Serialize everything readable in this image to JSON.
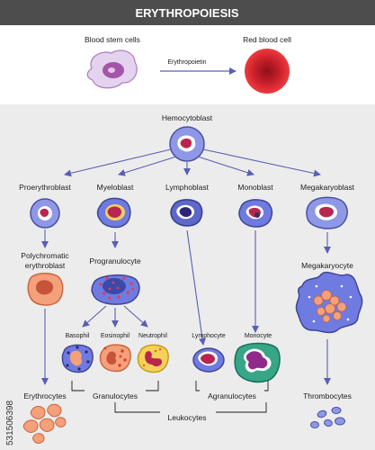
{
  "title": "ERYTHROPOIESIS",
  "top": {
    "stem": "Blood stem cells",
    "arrow_label": "Erythropoietin",
    "rbc": "Red blood cell"
  },
  "cells": {
    "hemocytoblast": "Hemocytoblast",
    "proerythroblast": "Proerythroblast",
    "myeloblast": "Myeloblast",
    "lymphoblast": "Lymphoblast",
    "monoblast": "Monoblast",
    "megakaryoblast": "Megakaryoblast",
    "polychromatic_1": "Polychromatic",
    "polychromatic_2": "erythroblast",
    "progranulocyte": "Progranulocyte",
    "megakaryocyte": "Megakaryocyte",
    "basophil": "Basophil",
    "eosinophil": "Eosinophil",
    "neutrophil": "Neutrophil",
    "lymphocyte": "Lymphocyte",
    "monocyte": "Monocyte"
  },
  "groups": {
    "erythrocytes": "Erythrocytes",
    "granulocytes": "Granulocytes",
    "agranulocytes": "Agranulocytes",
    "thrombocytes": "Thrombocytes",
    "leukocytes": "Leukocytes"
  },
  "watermark": "531506398",
  "colors": {
    "title_bar": "#4d4d4d",
    "panel": "#ececec",
    "arrow": "#5a5fb5",
    "blast_cell": "#8f98e6",
    "nucleus": "#b8264f",
    "rbc": "#d9232b",
    "erythroblast": "#f4a07a",
    "granulocyte_body": "#6f7be0",
    "monocyte_body": "#37a686"
  }
}
